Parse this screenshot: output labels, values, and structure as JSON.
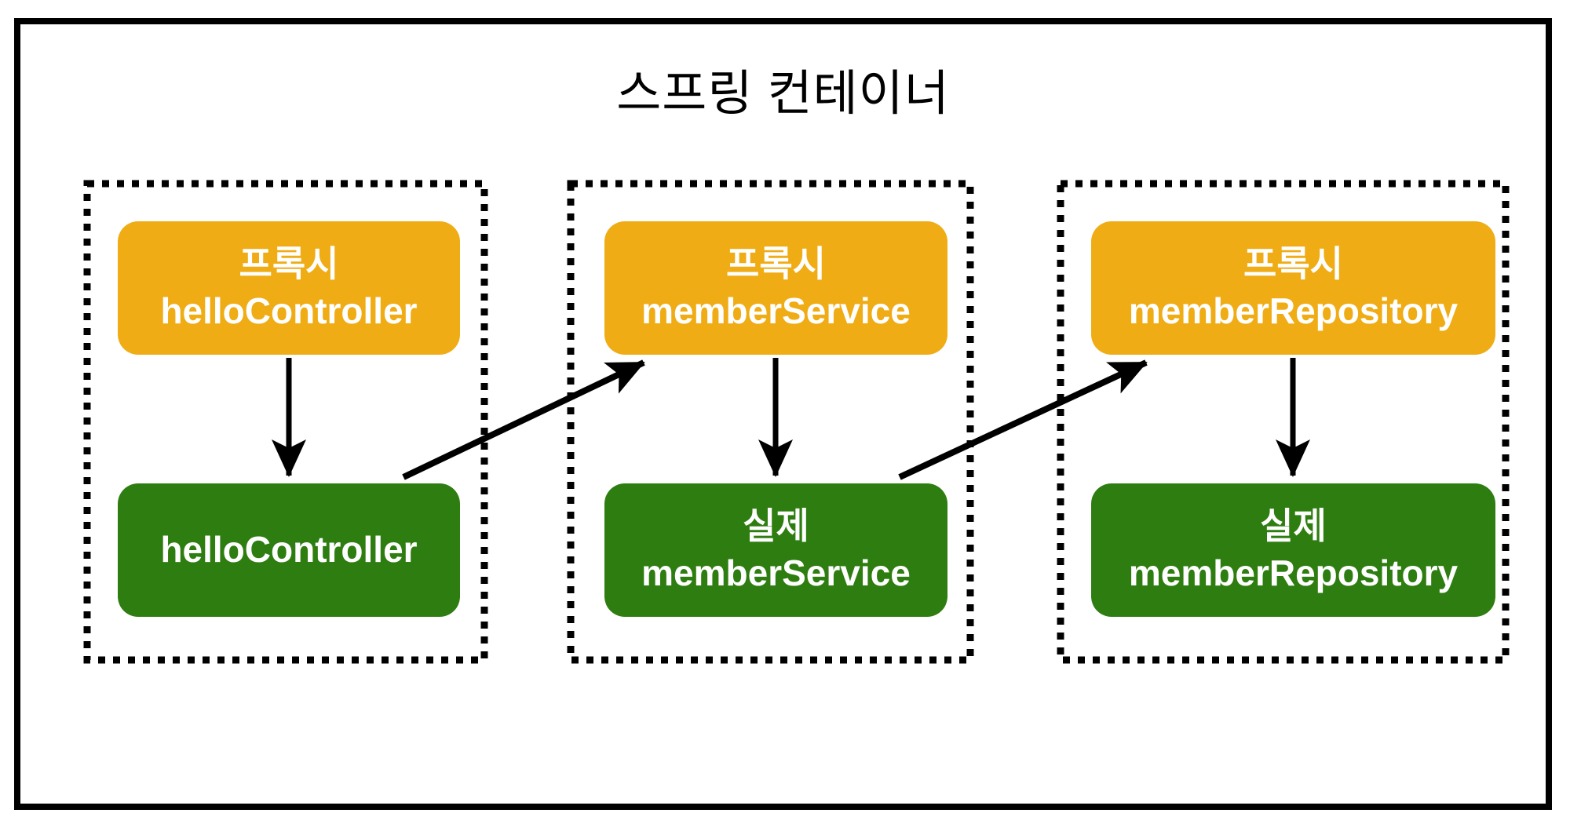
{
  "diagram": {
    "title": "스프링 컨테이너"
  },
  "groups": [
    {
      "proxy": {
        "label": "프록시",
        "bean": "helloController"
      },
      "target": {
        "label": "",
        "bean": "helloController"
      }
    },
    {
      "proxy": {
        "label": "프록시",
        "bean": "memberService"
      },
      "target": {
        "label": "실제",
        "bean": "memberService"
      }
    },
    {
      "proxy": {
        "label": "프록시",
        "bean": "memberRepository"
      },
      "target": {
        "label": "실제",
        "bean": "memberRepository"
      }
    }
  ],
  "colors": {
    "proxy_box": "#EFAC14",
    "target_box": "#2E7D10",
    "box_text": "#FFFFFF",
    "line": "#000000",
    "title_text": "#000000",
    "background": "#FFFFFF"
  }
}
